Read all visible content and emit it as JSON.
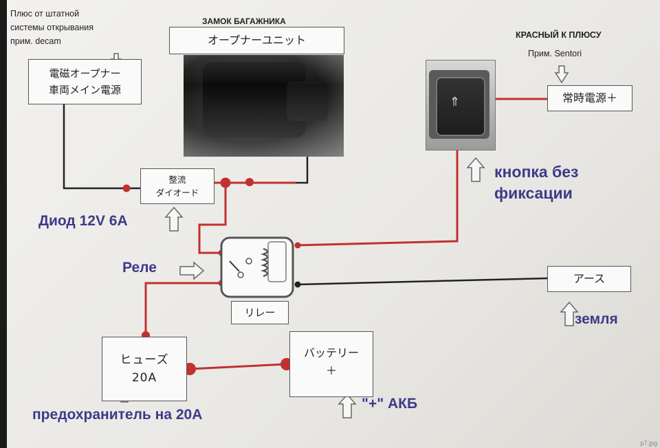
{
  "labels": {
    "plus_note": [
      "Плюс от штатной",
      "системы открывания",
      "прим. decam"
    ],
    "trunk_lock": "ЗАМОК БАГАЖНИКА",
    "red_to_plus": "КРАСНЫЙ К ПЛЮСУ",
    "example_sentori": "Прим. Sentori",
    "button_note": [
      "кнопка без",
      "фиксации"
    ],
    "diode_note": "Диод 12V 6A",
    "relay_note": "Реле",
    "ground_note": "земля",
    "fuse_note": "предохранитель на 20А",
    "battery_note": "\"+\" АКБ",
    "file_tag": "p7.jpg"
  },
  "boxes": {
    "opener_power": [
      "電磁オープナー",
      "車両メイン電源"
    ],
    "opener_unit": "オープナーユニット",
    "always_power": "常時電源＋",
    "diode": [
      "整流",
      "ダイオード"
    ],
    "relay": "リレー",
    "earth": "アース",
    "fuse": [
      "ヒューズ",
      "20A"
    ],
    "battery": [
      "バッテリー",
      "＋"
    ]
  },
  "colors": {
    "wire_red": "#c0312f",
    "wire_black": "#222222",
    "annotation_blue": "#3d3a8a"
  },
  "icons": {
    "button_symbol": "rear-hatch-icon"
  }
}
